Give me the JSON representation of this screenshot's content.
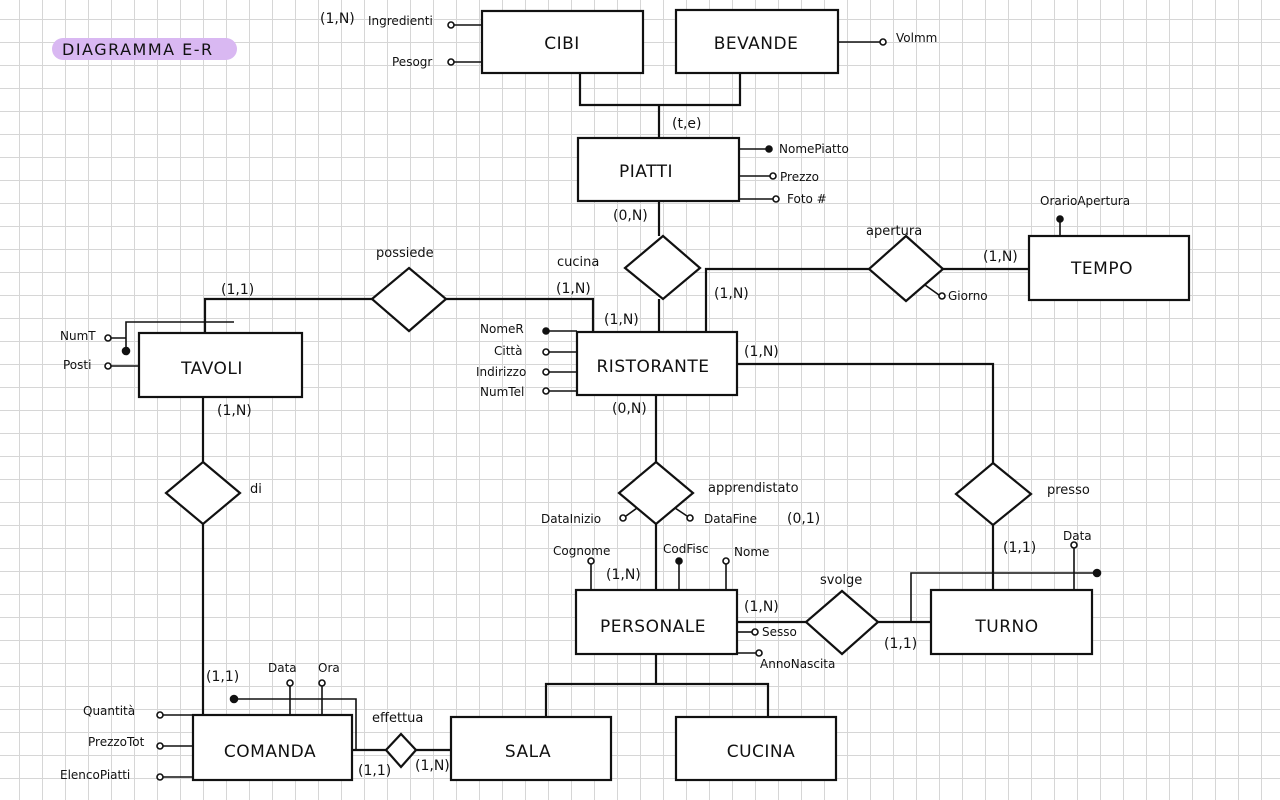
{
  "title": "DIAGRAMMA E-R",
  "colors": {
    "title_highlight": "#d9b8f2",
    "ink": "#111111",
    "grid": "#d6d6d6"
  },
  "entities": {
    "cibi": "CIBI",
    "bevande": "BEVANDE",
    "piatti": "PIATTI",
    "ristorante": "RISTORANTE",
    "tempo": "TEMPO",
    "tavoli": "TAVOLI",
    "personale": "PERSONALE",
    "turno": "TURNO",
    "comanda": "COMANDA",
    "sala": "SALA",
    "cucina": "CUCINA"
  },
  "relationships": {
    "cucina": "cucina",
    "apertura": "apertura",
    "possiede": "possiede",
    "di": "di",
    "apprendistato": "apprendistato",
    "presso": "presso",
    "svolge": "svolge",
    "effettua": "effettua"
  },
  "attributes": {
    "ingredienti": "Ingredienti",
    "pesogr": "Pesogr",
    "volmm": "Volmm",
    "nomepiatto": "NomePiatto",
    "prezzo": "Prezzo",
    "foto": "Foto #",
    "orarioapertura": "OrarioApertura",
    "giorno": "Giorno",
    "nomer": "NomeR",
    "citta": "Città",
    "indirizzo": "Indirizzo",
    "numtel": "NumTel",
    "numt": "NumT",
    "posti": "Posti",
    "datainizio": "DataInizio",
    "datafine": "DataFine",
    "cognome": "Cognome",
    "codfisc": "CodFisc",
    "nome": "Nome",
    "sesso": "Sesso",
    "annonascita": "AnnoNascita",
    "data_turno": "Data",
    "data_comanda": "Data",
    "ora": "Ora",
    "quantita": "Quantità",
    "prezzotot": "PrezzoTot",
    "elencopiatti": "ElencoPiatti"
  },
  "cardinalities": {
    "ingredienti": "(1,N)",
    "generalization": "(t,e)",
    "piatti_cucina": "(0,N)",
    "ristorante_cucina": "(1,N)",
    "ristorante_possiede": "(1,N)",
    "tavoli_possiede": "(1,1)",
    "ristorante_apertura": "(1,N)",
    "tempo_apertura": "(1,N)",
    "ristorante_presso": "(1,N)",
    "ristorante_apprendistato": "(0,N)",
    "datafine": "(0,1)",
    "tavoli_di": "(1,N)",
    "personale_apprendistato": "(1,N)",
    "personale_svolge": "(1,N)",
    "turno_presso": "(1,1)",
    "turno_svolge": "(1,1)",
    "comanda_di": "(1,1)",
    "comanda_effettua": "(1,1)",
    "sala_effettua": "(1,N)"
  }
}
